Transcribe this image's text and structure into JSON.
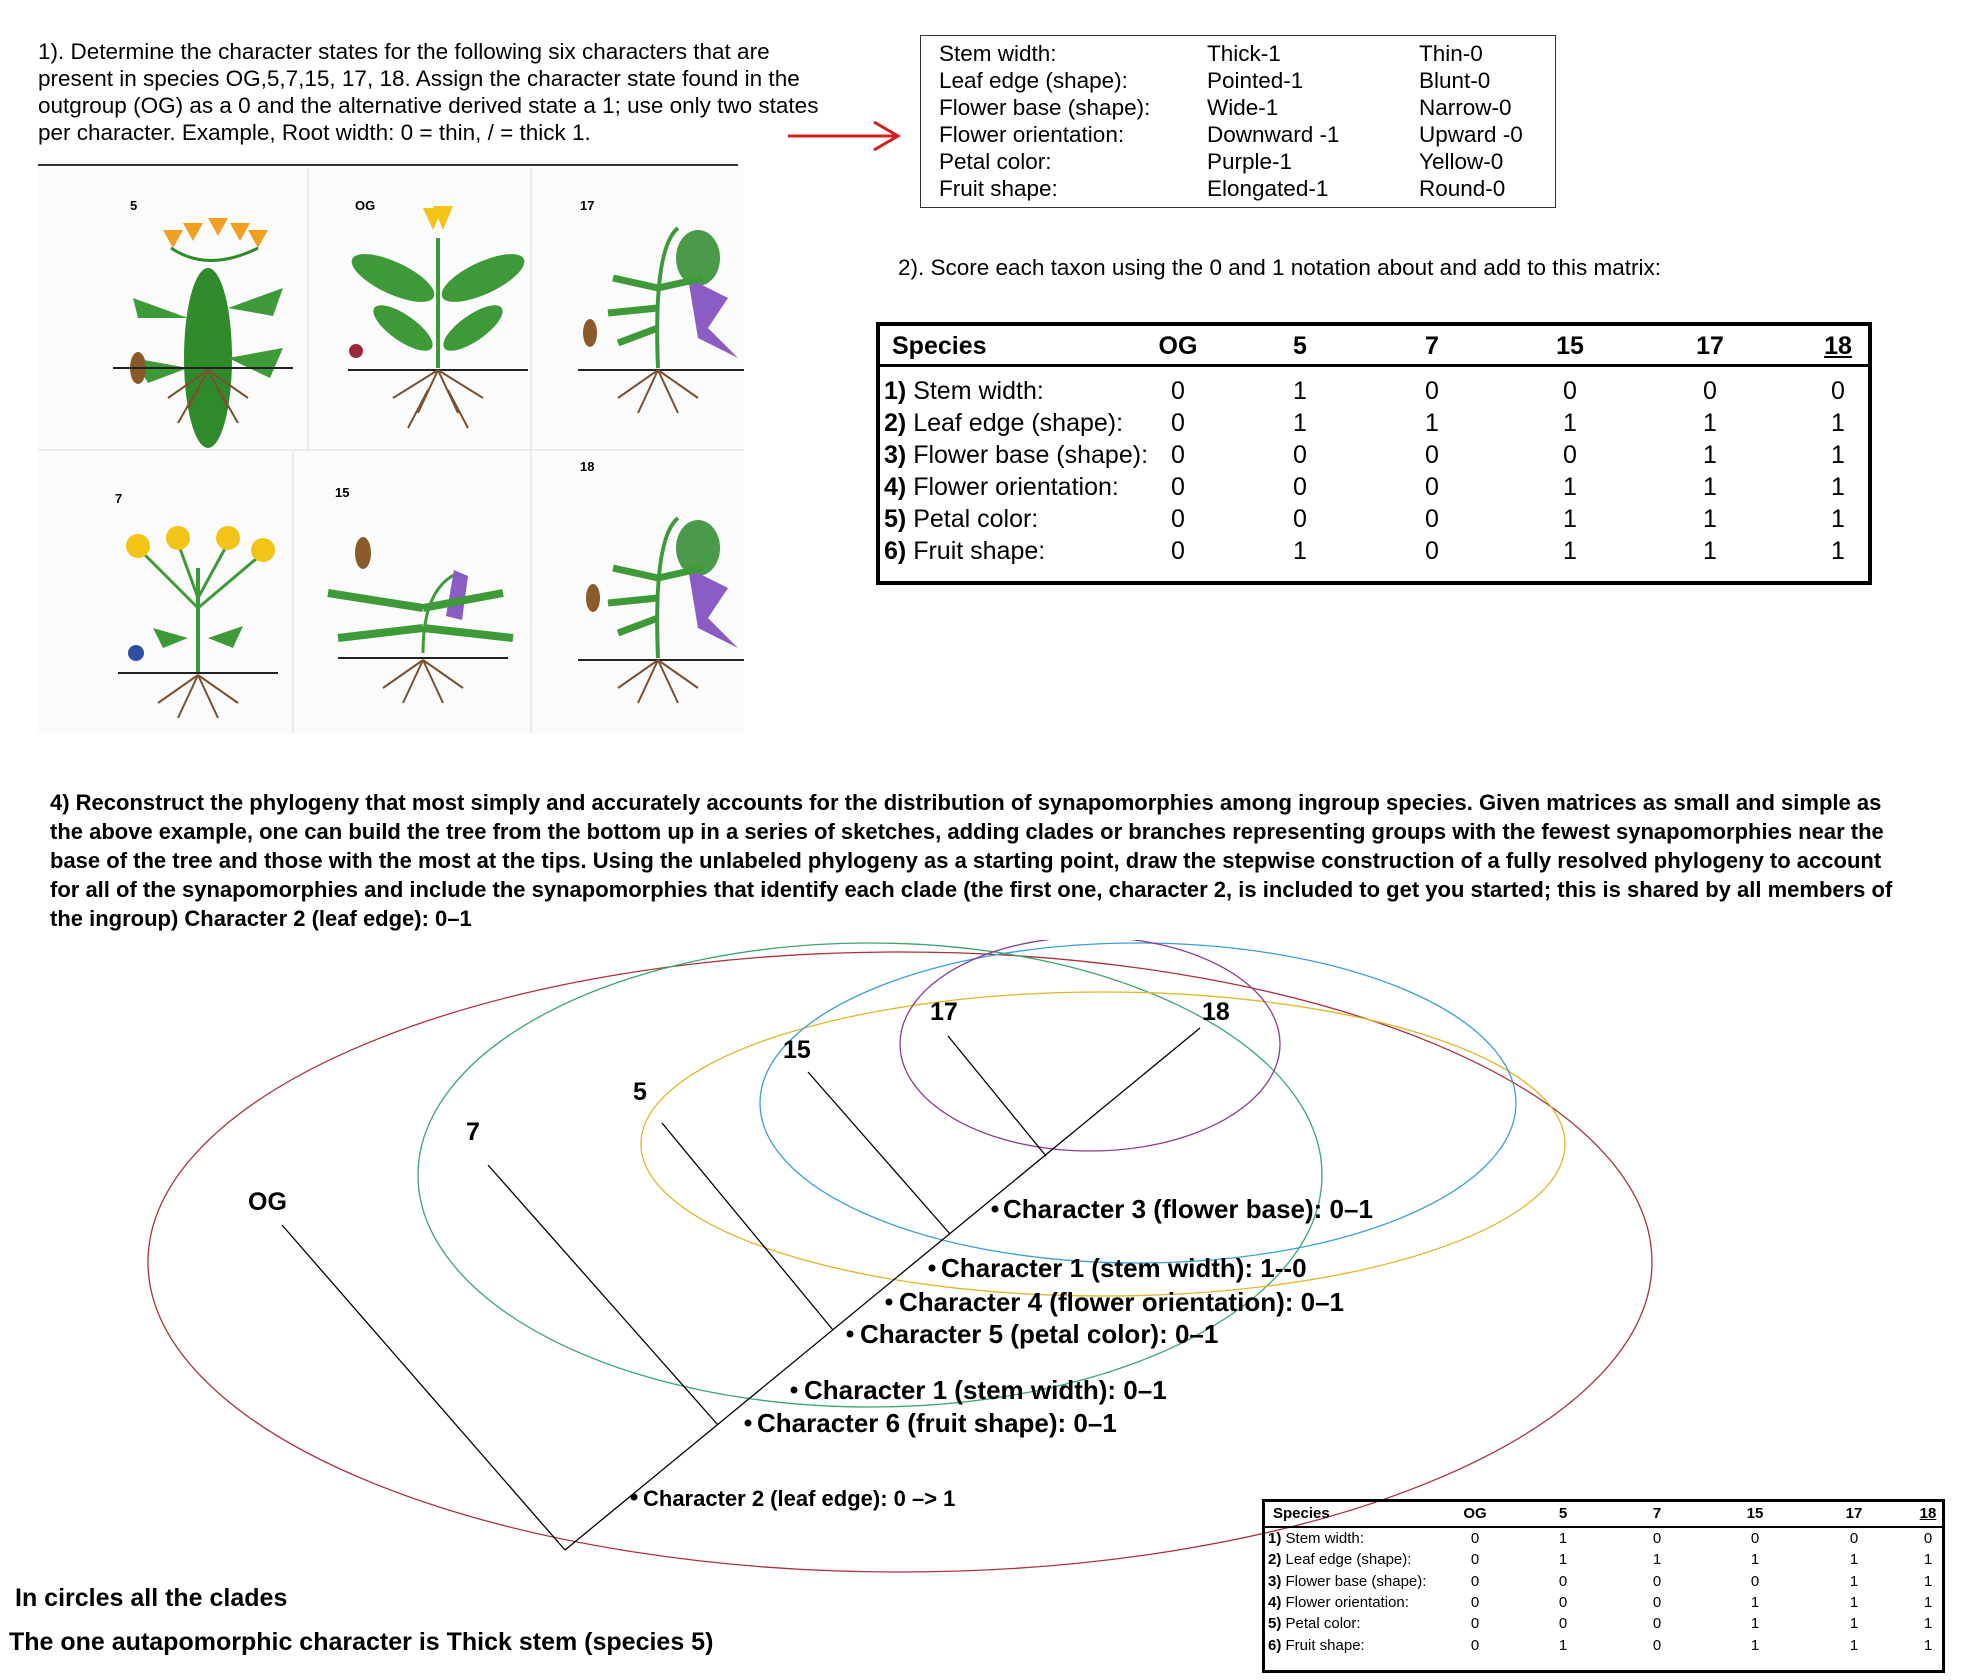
{
  "question1": {
    "text": "1). Determine the character states for the following six characters that are present in species OG,5,7,15, 17, 18. Assign the character state found in the outgroup (OG) as a 0 and the alternative derived state a 1; use only two states per character. Example, Root width: 0 = thin, / = thick 1."
  },
  "character_states": [
    {
      "character": "Stem width:",
      "derived": "Thick-1",
      "ancestral": "Thin-0"
    },
    {
      "character": "Leaf edge (shape):",
      "derived": "Pointed-1",
      "ancestral": "Blunt-0"
    },
    {
      "character": "Flower base (shape):",
      "derived": "Wide-1",
      "ancestral": "Narrow-0"
    },
    {
      "character": "Flower orientation:",
      "derived": "Downward -1",
      "ancestral": "Upward -0"
    },
    {
      "character": "Petal color:",
      "derived": "Purple-1",
      "ancestral": "Yellow-0"
    },
    {
      "character": "Fruit shape:",
      "derived": "Elongated-1",
      "ancestral": "Round-0"
    }
  ],
  "plant_labels": [
    "5",
    "OG",
    "17",
    "7",
    "15",
    "18"
  ],
  "question2": {
    "text": "2). Score each taxon using the 0 and 1 notation about and add to this matrix:"
  },
  "matrix": {
    "header": "Species",
    "species": [
      "OG",
      "5",
      "7",
      "15",
      "17",
      "18"
    ],
    "rows": [
      {
        "num": "1)",
        "label": "Stem width:",
        "values": [
          "0",
          "1",
          "0",
          "0",
          "0",
          "0"
        ]
      },
      {
        "num": "2)",
        "label": "Leaf edge (shape):",
        "values": [
          "0",
          "1",
          "1",
          "1",
          "1",
          "1"
        ]
      },
      {
        "num": "3)",
        "label": "Flower base (shape):",
        "values": [
          "0",
          "0",
          "0",
          "0",
          "1",
          "1"
        ]
      },
      {
        "num": "4)",
        "label": "Flower orientation:",
        "values": [
          "0",
          "0",
          "0",
          "1",
          "1",
          "1"
        ]
      },
      {
        "num": "5)",
        "label": "Petal color:",
        "values": [
          "0",
          "0",
          "0",
          "1",
          "1",
          "1"
        ]
      },
      {
        "num": "6)",
        "label": "Fruit shape:",
        "values": [
          "0",
          "1",
          "0",
          "1",
          "1",
          "1"
        ]
      }
    ]
  },
  "question4": {
    "text": "4) Reconstruct the phylogeny that most simply and accurately accounts for the distribution of synapomorphies among ingroup species. Given matrices as small and simple as the above example, one can build the tree from the bottom up in a series of sketches, adding clades or branches representing groups with the fewest synapomorphies near the base of the tree and those with the most at the tips. Using the unlabeled phylogeny as a starting point, draw the stepwise construction of a fully resolved phylogeny to account for all of the synapomorphies and include the synapomorphies that identify each clade (the first one, character 2, is included to get you started; this is shared by all members of the ingroup) Character 2 (leaf edge): 0–1"
  },
  "tree": {
    "taxa": [
      "OG",
      "7",
      "5",
      "15",
      "17",
      "18"
    ],
    "synapomorphies": [
      "Character 3 (flower base): 0–1",
      "Character 1 (stem width): 1--0",
      "Character 4 (flower orientation): 0–1",
      "Character 5 (petal color): 0–1",
      "Character 1 (stem width): 0–1",
      "Character 6 (fruit shape): 0–1",
      "Character 2 (leaf edge): 0 –> 1"
    ],
    "clade_circle_colors": [
      "#a8323c",
      "#3aa56f",
      "#e0b62a",
      "#3a9ed6",
      "#8a3d8f"
    ]
  },
  "notes": {
    "clades": "In circles all the clades",
    "autapomorphy": "The one autapomorphic character is Thick stem (species 5)"
  },
  "colors": {
    "arrow": "#d42020",
    "leaf_green": "#2f8a2c",
    "flower_yellow": "#f2c418",
    "flower_orange": "#f0a020",
    "flower_purple": "#8a5cc4",
    "root_brown": "#7a5030"
  }
}
